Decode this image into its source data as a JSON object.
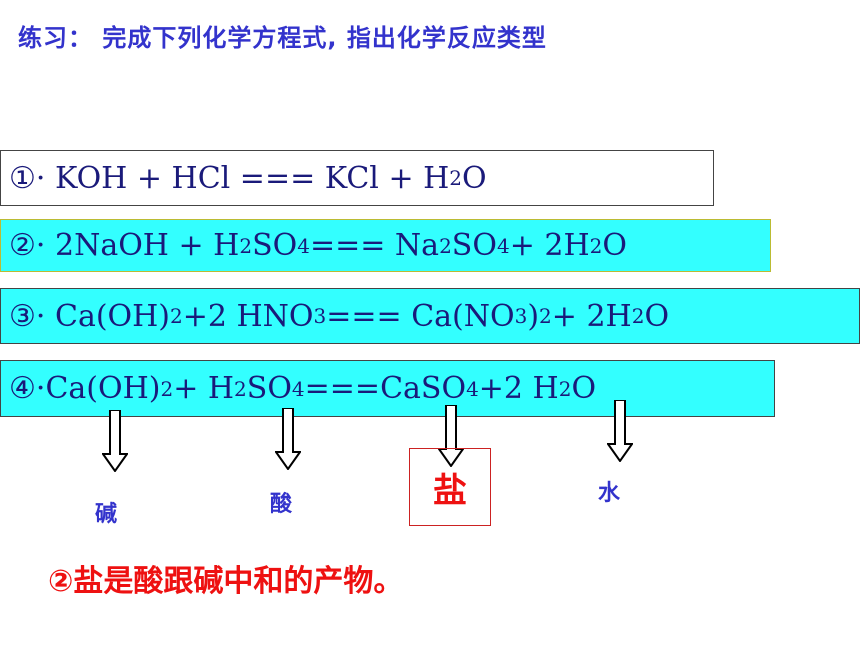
{
  "title": "练习： 完成下列化学方程式, 指出化学反应类型",
  "equations": [
    {
      "num": "①·",
      "parts": [
        "KOH   +   HCl === KCl   + H",
        "2",
        "O"
      ]
    },
    {
      "num": "②·",
      "parts": [
        "2NaOH + H",
        "2",
        "SO",
        "4",
        " === Na",
        "2",
        "SO",
        "4",
        "   + 2H",
        "2",
        "O"
      ]
    },
    {
      "num": "③·",
      "parts": [
        "Ca(OH)",
        "2",
        " +2 HNO",
        "3",
        " === Ca(NO",
        "3",
        ")",
        "2",
        "  + 2H",
        "2",
        "O"
      ]
    },
    {
      "num": "④·",
      "parts": [
        "Ca(OH)",
        "2",
        "  + H",
        "2",
        "SO",
        "4",
        " ===CaSO",
        "4",
        "   +2 H",
        "2",
        "O"
      ]
    }
  ],
  "labels": {
    "base": "碱",
    "acid": "酸",
    "salt": "盐",
    "water": "水"
  },
  "conclusion": "②盐是酸跟碱中和的产物。",
  "colors": {
    "cyan": "#33ffff",
    "blue": "#3333cc",
    "red": "#ee1111"
  }
}
